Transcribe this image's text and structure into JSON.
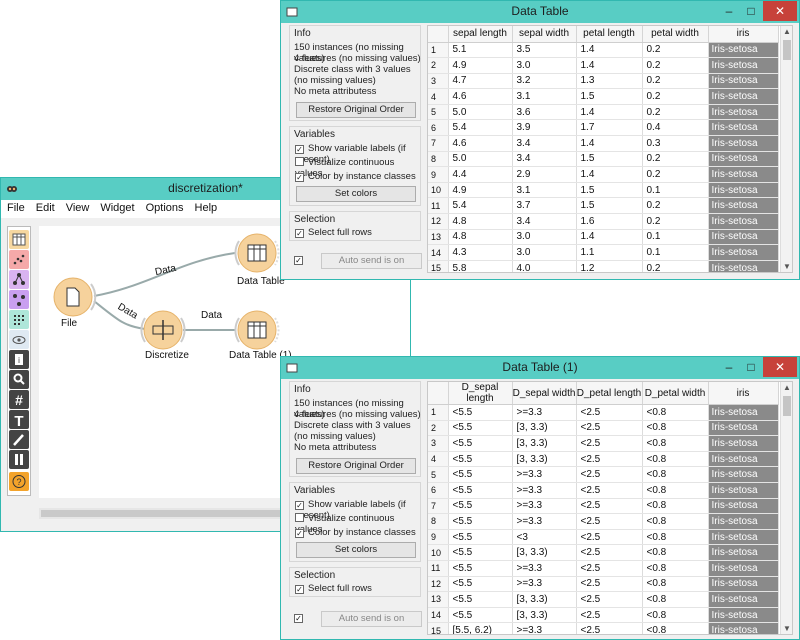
{
  "workflow_window": {
    "title": "discretization*",
    "menu": [
      "File",
      "Edit",
      "View",
      "Widget",
      "Options",
      "Help"
    ],
    "nodes": {
      "file": "File",
      "discretize": "Discretize",
      "table1": "Data Table",
      "table2": "Data Table (1)"
    },
    "links": {
      "file_to_table": "Data",
      "file_to_discretize": "Data",
      "discretize_to_table": "Data"
    },
    "toolbox_icons": [
      "table-icon",
      "scatter-icon",
      "hierarchy-icon",
      "network-icon",
      "grid-icon",
      "eye-icon",
      "info-icon",
      "search-icon",
      "hash-icon",
      "text-icon",
      "pen-icon",
      "pause-icon",
      "help-icon"
    ]
  },
  "data_table_1": {
    "title": "Data Table",
    "info_label": "Info",
    "info_lines": [
      "150 instances (no missing values)",
      "4 features (no missing values)",
      "Discrete class with 3 values (no missing values)",
      "No meta attributess"
    ],
    "restore_button": "Restore Original Order",
    "variables_label": "Variables",
    "show_labels": "Show variable labels (if present)",
    "visualize": "Visualize continuous values",
    "color_by_class": "Color by instance classes",
    "set_colors": "Set colors",
    "selection_label": "Selection",
    "select_full_rows": "Select full rows",
    "auto_send": "Auto send is on",
    "columns": [
      "sepal length",
      "sepal width",
      "petal length",
      "petal width",
      "iris"
    ],
    "rows": [
      [
        "1",
        "5.1",
        "3.5",
        "1.4",
        "0.2",
        "Iris-setosa"
      ],
      [
        "2",
        "4.9",
        "3.0",
        "1.4",
        "0.2",
        "Iris-setosa"
      ],
      [
        "3",
        "4.7",
        "3.2",
        "1.3",
        "0.2",
        "Iris-setosa"
      ],
      [
        "4",
        "4.6",
        "3.1",
        "1.5",
        "0.2",
        "Iris-setosa"
      ],
      [
        "5",
        "5.0",
        "3.6",
        "1.4",
        "0.2",
        "Iris-setosa"
      ],
      [
        "6",
        "5.4",
        "3.9",
        "1.7",
        "0.4",
        "Iris-setosa"
      ],
      [
        "7",
        "4.6",
        "3.4",
        "1.4",
        "0.3",
        "Iris-setosa"
      ],
      [
        "8",
        "5.0",
        "3.4",
        "1.5",
        "0.2",
        "Iris-setosa"
      ],
      [
        "9",
        "4.4",
        "2.9",
        "1.4",
        "0.2",
        "Iris-setosa"
      ],
      [
        "10",
        "4.9",
        "3.1",
        "1.5",
        "0.1",
        "Iris-setosa"
      ],
      [
        "11",
        "5.4",
        "3.7",
        "1.5",
        "0.2",
        "Iris-setosa"
      ],
      [
        "12",
        "4.8",
        "3.4",
        "1.6",
        "0.2",
        "Iris-setosa"
      ],
      [
        "13",
        "4.8",
        "3.0",
        "1.4",
        "0.1",
        "Iris-setosa"
      ],
      [
        "14",
        "4.3",
        "3.0",
        "1.1",
        "0.1",
        "Iris-setosa"
      ],
      [
        "15",
        "5.8",
        "4.0",
        "1.2",
        "0.2",
        "Iris-setosa"
      ]
    ]
  },
  "data_table_2": {
    "title": "Data Table (1)",
    "info_label": "Info",
    "info_lines": [
      "150 instances (no missing values)",
      "4 features (no missing values)",
      "Discrete class with 3 values (no missing values)",
      "No meta attributess"
    ],
    "restore_button": "Restore Original Order",
    "variables_label": "Variables",
    "show_labels": "Show variable labels (if present)",
    "visualize": "Visualize continuous values",
    "color_by_class": "Color by instance classes",
    "set_colors": "Set colors",
    "selection_label": "Selection",
    "select_full_rows": "Select full rows",
    "auto_send": "Auto send is on",
    "columns": [
      "D_sepal length",
      "D_sepal width",
      "D_petal length",
      "D_petal width",
      "iris"
    ],
    "rows": [
      [
        "1",
        "<5.5",
        ">=3.3",
        "<2.5",
        "<0.8",
        "Iris-setosa"
      ],
      [
        "2",
        "<5.5",
        "[3, 3.3)",
        "<2.5",
        "<0.8",
        "Iris-setosa"
      ],
      [
        "3",
        "<5.5",
        "[3, 3.3)",
        "<2.5",
        "<0.8",
        "Iris-setosa"
      ],
      [
        "4",
        "<5.5",
        "[3, 3.3)",
        "<2.5",
        "<0.8",
        "Iris-setosa"
      ],
      [
        "5",
        "<5.5",
        ">=3.3",
        "<2.5",
        "<0.8",
        "Iris-setosa"
      ],
      [
        "6",
        "<5.5",
        ">=3.3",
        "<2.5",
        "<0.8",
        "Iris-setosa"
      ],
      [
        "7",
        "<5.5",
        ">=3.3",
        "<2.5",
        "<0.8",
        "Iris-setosa"
      ],
      [
        "8",
        "<5.5",
        ">=3.3",
        "<2.5",
        "<0.8",
        "Iris-setosa"
      ],
      [
        "9",
        "<5.5",
        "<3",
        "<2.5",
        "<0.8",
        "Iris-setosa"
      ],
      [
        "10",
        "<5.5",
        "[3, 3.3)",
        "<2.5",
        "<0.8",
        "Iris-setosa"
      ],
      [
        "11",
        "<5.5",
        ">=3.3",
        "<2.5",
        "<0.8",
        "Iris-setosa"
      ],
      [
        "12",
        "<5.5",
        ">=3.3",
        "<2.5",
        "<0.8",
        "Iris-setosa"
      ],
      [
        "13",
        "<5.5",
        "[3, 3.3)",
        "<2.5",
        "<0.8",
        "Iris-setosa"
      ],
      [
        "14",
        "<5.5",
        "[3, 3.3)",
        "<2.5",
        "<0.8",
        "Iris-setosa"
      ],
      [
        "15",
        "[5.5, 6.2)",
        ">=3.3",
        "<2.5",
        "<0.8",
        "Iris-setosa"
      ]
    ]
  },
  "colors": {
    "titlebar": "#58cdc4",
    "close": "#c7423a",
    "node_orange": "#f3b26b",
    "class_cell": "#8a8a8a"
  }
}
